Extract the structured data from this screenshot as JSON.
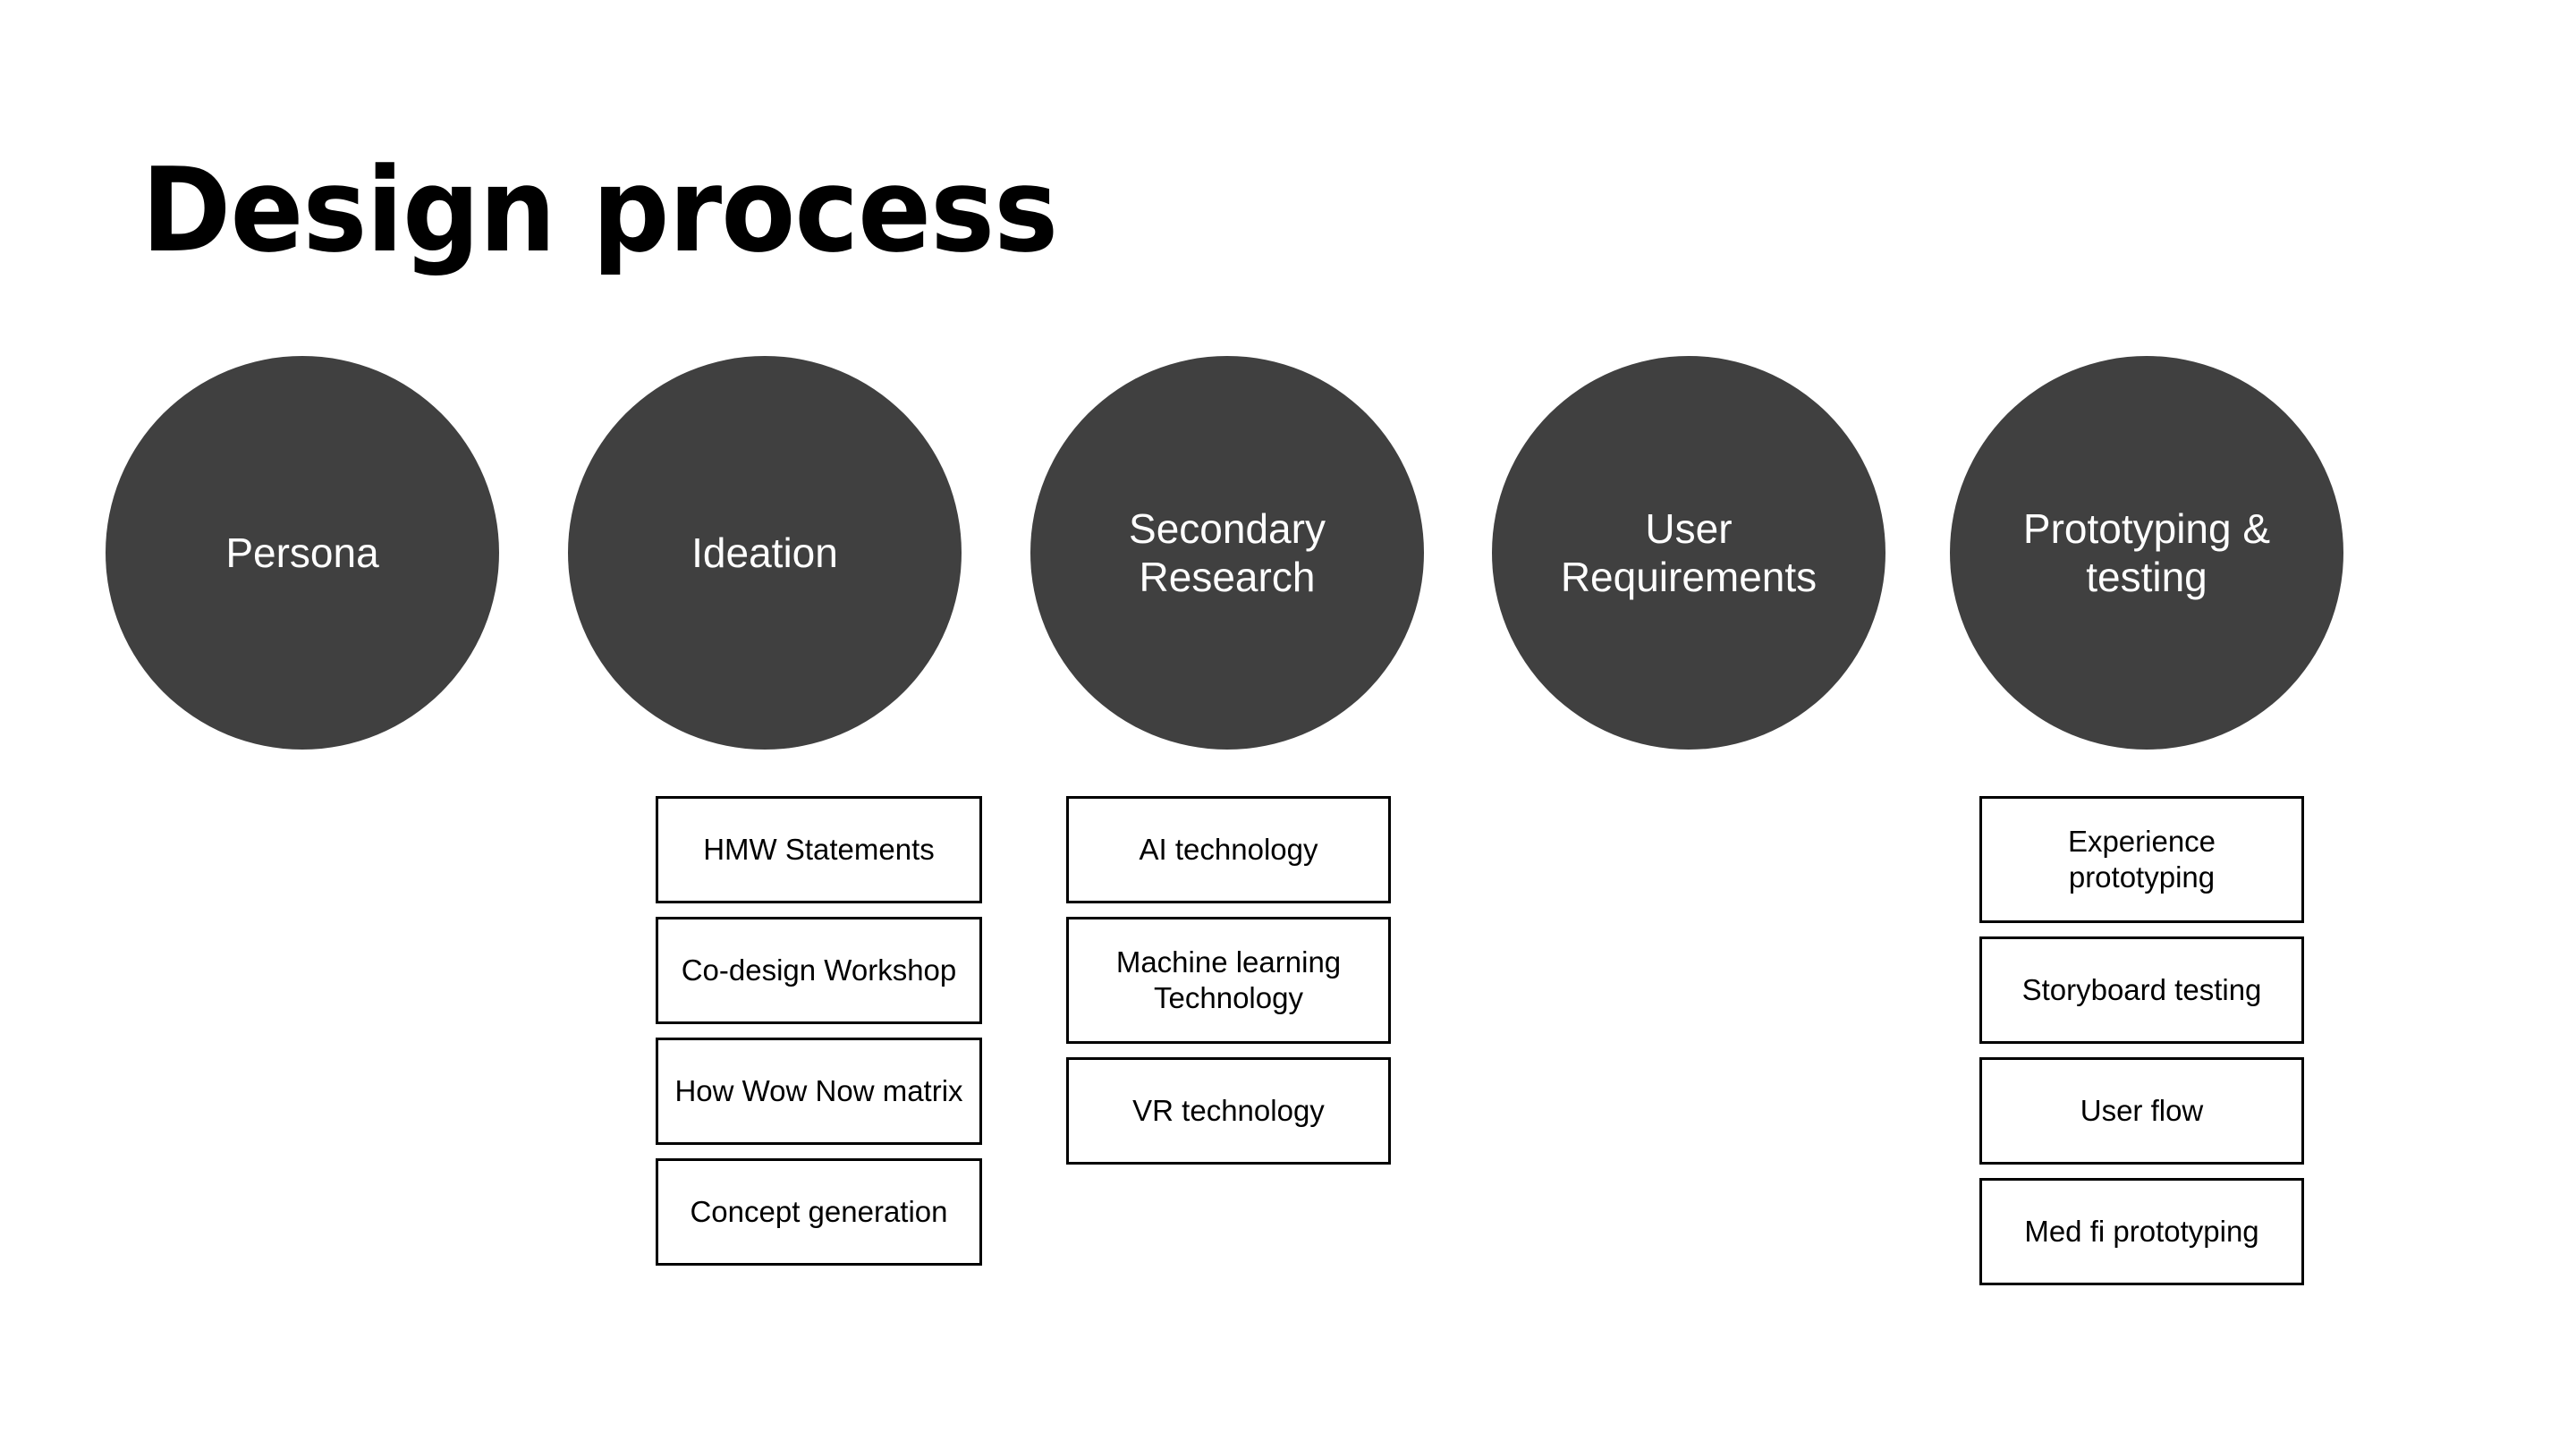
{
  "slide": {
    "title": "Design process",
    "background_color": "#ffffff",
    "circle_color": "#404040",
    "circle_text_color": "#ffffff",
    "box_border_color": "#000000",
    "box_text_color": "#000000"
  },
  "stages": [
    {
      "id": "persona",
      "label": "Persona",
      "items": []
    },
    {
      "id": "ideation",
      "label": "Ideation",
      "items": [
        {
          "label": "HMW Statements",
          "lines": 1
        },
        {
          "label": "Co-design Workshop",
          "lines": 1
        },
        {
          "label": "How Wow Now matrix",
          "lines": 1
        },
        {
          "label": "Concept generation",
          "lines": 1
        }
      ]
    },
    {
      "id": "secondary-research",
      "label": "Secondary\nResearch",
      "items": [
        {
          "label": "AI technology",
          "lines": 1
        },
        {
          "label": "Machine learning\nTechnology",
          "lines": 2
        },
        {
          "label": "VR technology",
          "lines": 1
        }
      ]
    },
    {
      "id": "user-requirements",
      "label": "User\nRequirements",
      "items": []
    },
    {
      "id": "prototyping-testing",
      "label": "Prototyping &\ntesting",
      "items": [
        {
          "label": "Experience\nprototyping",
          "lines": 2
        },
        {
          "label": "Storyboard testing",
          "lines": 1
        },
        {
          "label": "User flow",
          "lines": 1
        },
        {
          "label": "Med fi prototyping",
          "lines": 1
        }
      ]
    }
  ]
}
